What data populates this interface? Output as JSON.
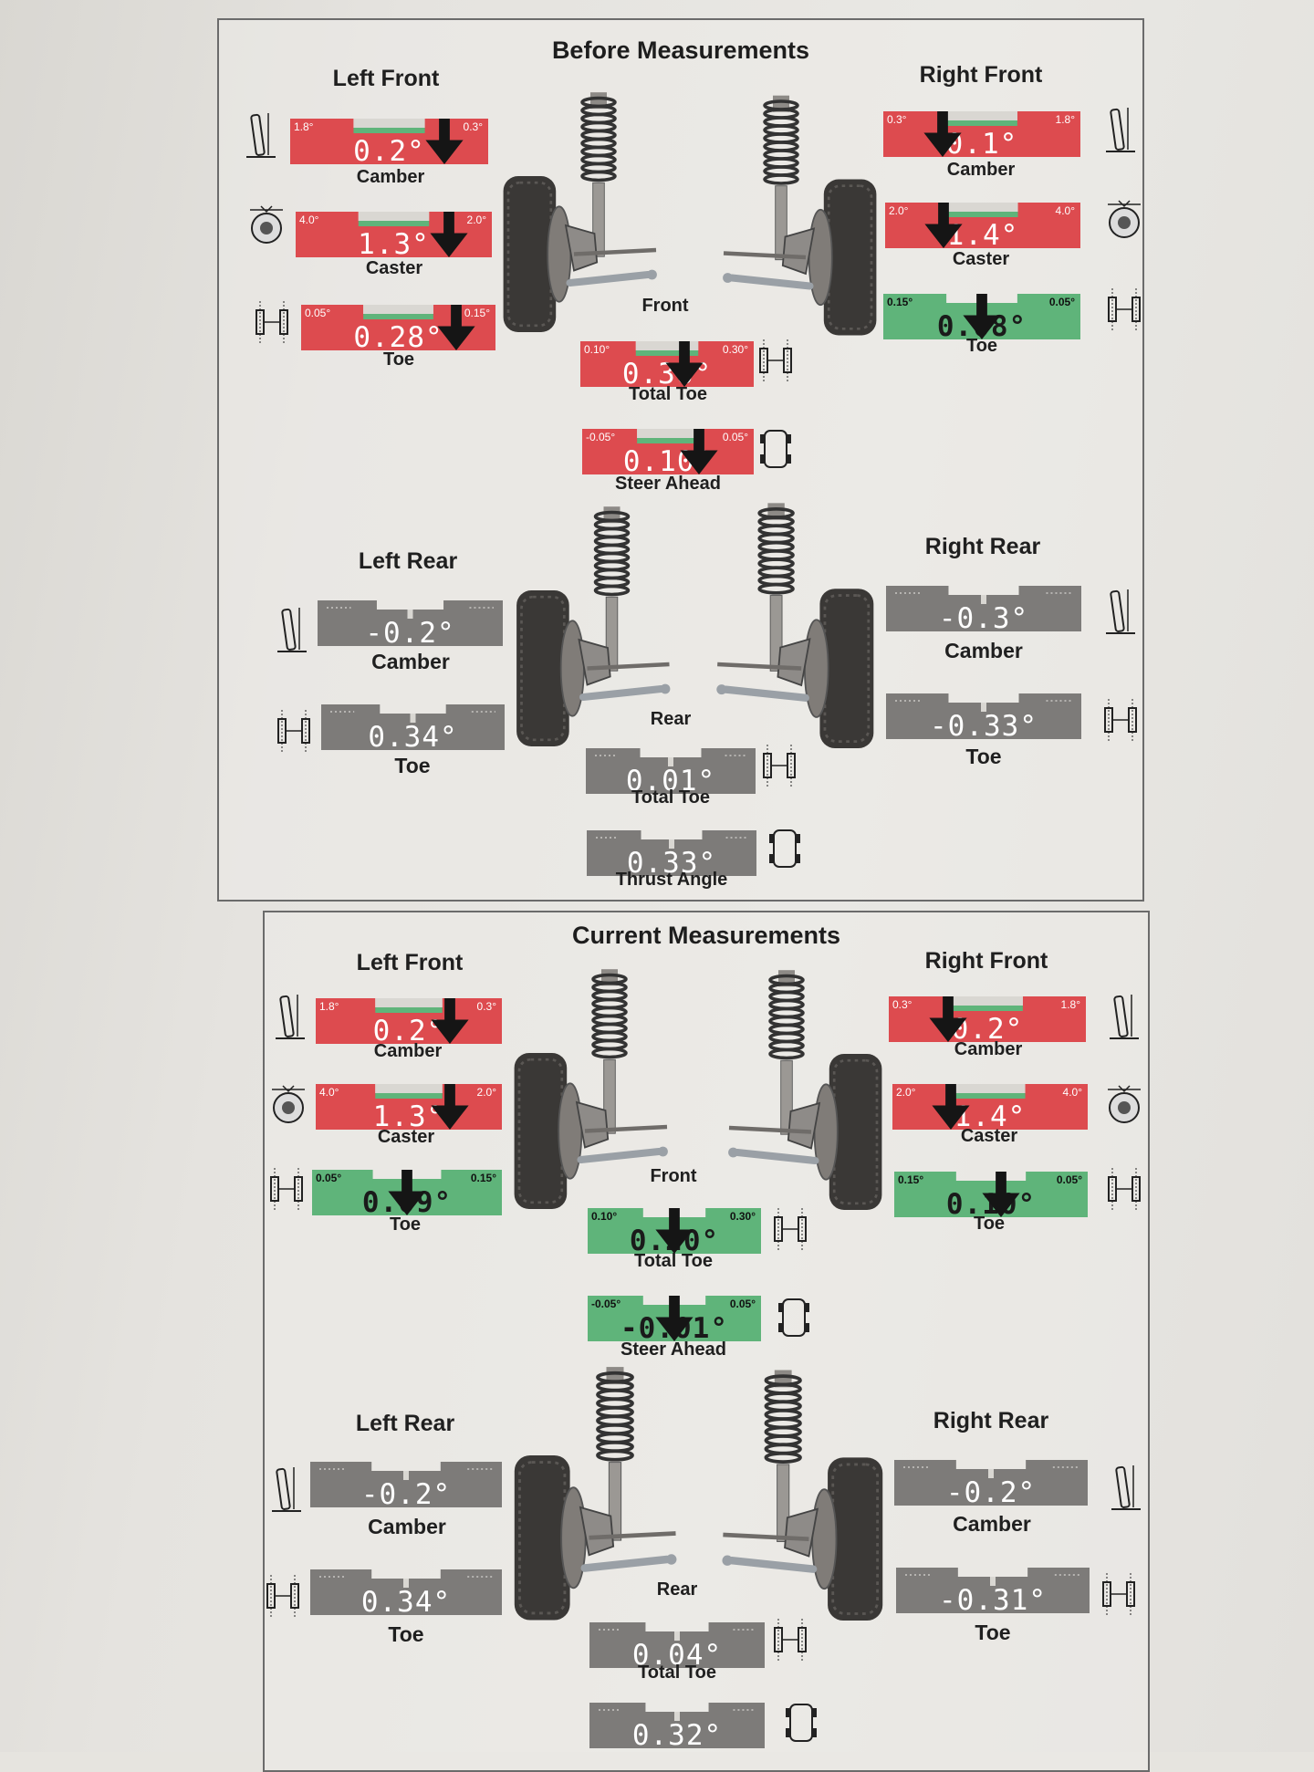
{
  "before": {
    "title": "Before Measurements",
    "left_front": "Left Front",
    "right_front": "Right Front",
    "left_rear": "Left Rear",
    "right_rear": "Right Rear",
    "front": "Front",
    "rear": "Rear",
    "lf_camber": {
      "label": "Camber",
      "value": "0.2°",
      "min": "1.8°",
      "max": "0.3°",
      "state": "red",
      "marker": 0.78
    },
    "lf_caster": {
      "label": "Caster",
      "value": "1.3°",
      "min": "4.0°",
      "max": "2.0°",
      "state": "red",
      "marker": 0.78
    },
    "lf_toe": {
      "label": "Toe",
      "value": "0.28°",
      "min": "0.05°",
      "max": "0.15°",
      "state": "red",
      "marker": 0.8
    },
    "rf_camber": {
      "label": "Camber",
      "value": "0.1°",
      "min": "0.3°",
      "max": "1.8°",
      "state": "red",
      "marker": 0.3
    },
    "rf_caster": {
      "label": "Caster",
      "value": "1.4°",
      "min": "2.0°",
      "max": "4.0°",
      "state": "red",
      "marker": 0.3
    },
    "rf_toe": {
      "label": "Toe",
      "value": "0.08°",
      "min": "0.15°",
      "max": "0.05°",
      "state": "green",
      "marker": 0.5
    },
    "total_toe": {
      "label": "Total Toe",
      "value": "0.36°",
      "min": "0.10°",
      "max": "0.30°",
      "state": "red",
      "marker": 0.6
    },
    "steer_ahead": {
      "label": "Steer Ahead",
      "value": "0.10°",
      "min": "-0.05°",
      "max": "0.05°",
      "state": "red",
      "marker": 0.68
    },
    "lr_camber": {
      "label": "Camber",
      "value": "-0.2°",
      "state": "gray"
    },
    "lr_toe": {
      "label": "Toe",
      "value": "0.34°",
      "state": "gray"
    },
    "rr_camber": {
      "label": "Camber",
      "value": "-0.3°",
      "state": "gray"
    },
    "rr_toe": {
      "label": "Toe",
      "value": "-0.33°",
      "state": "gray"
    },
    "rear_total_toe": {
      "label": "Total Toe",
      "value": "0.01°",
      "state": "gray"
    },
    "thrust_angle": {
      "label": "Thrust Angle",
      "value": "0.33°",
      "state": "gray"
    }
  },
  "current": {
    "title": "Current Measurements",
    "left_front": "Left Front",
    "right_front": "Right Front",
    "left_rear": "Left Rear",
    "right_rear": "Right Rear",
    "front": "Front",
    "rear": "Rear",
    "lf_camber": {
      "label": "Camber",
      "value": "0.2°",
      "min": "1.8°",
      "max": "0.3°",
      "state": "red",
      "marker": 0.72
    },
    "lf_caster": {
      "label": "Caster",
      "value": "1.3°",
      "min": "4.0°",
      "max": "2.0°",
      "state": "red",
      "marker": 0.72
    },
    "lf_toe": {
      "label": "Toe",
      "value": "0.09°",
      "min": "0.05°",
      "max": "0.15°",
      "state": "green",
      "marker": 0.5
    },
    "rf_camber": {
      "label": "Camber",
      "value": "0.2°",
      "min": "0.3°",
      "max": "1.8°",
      "state": "red",
      "marker": 0.3
    },
    "rf_caster": {
      "label": "Caster",
      "value": "1.4°",
      "min": "2.0°",
      "max": "4.0°",
      "state": "red",
      "marker": 0.3
    },
    "rf_toe": {
      "label": "Toe",
      "value": "0.10°",
      "min": "0.15°",
      "max": "0.05°",
      "state": "green",
      "marker": 0.55
    },
    "total_toe": {
      "label": "Total Toe",
      "value": "0.20°",
      "min": "0.10°",
      "max": "0.30°",
      "state": "green",
      "marker": 0.5
    },
    "steer_ahead": {
      "label": "Steer Ahead",
      "value": "-0.01°",
      "min": "-0.05°",
      "max": "0.05°",
      "state": "green",
      "marker": 0.5
    },
    "lr_camber": {
      "label": "Camber",
      "value": "-0.2°",
      "state": "gray"
    },
    "lr_toe": {
      "label": "Toe",
      "value": "0.34°",
      "state": "gray"
    },
    "rr_camber": {
      "label": "Camber",
      "value": "-0.2°",
      "state": "gray"
    },
    "rr_toe": {
      "label": "Toe",
      "value": "-0.31°",
      "state": "gray"
    },
    "rear_total_toe": {
      "label": "Total Toe",
      "value": "0.04°",
      "state": "gray"
    },
    "thrust_angle": {
      "label": "Thrust Angle",
      "value": "0.32°",
      "state": "gray"
    }
  },
  "colors": {
    "red": "#dd4b4f",
    "green": "#5fb47a",
    "gray": "#7d7b79",
    "band_green": "#5fb47a"
  }
}
